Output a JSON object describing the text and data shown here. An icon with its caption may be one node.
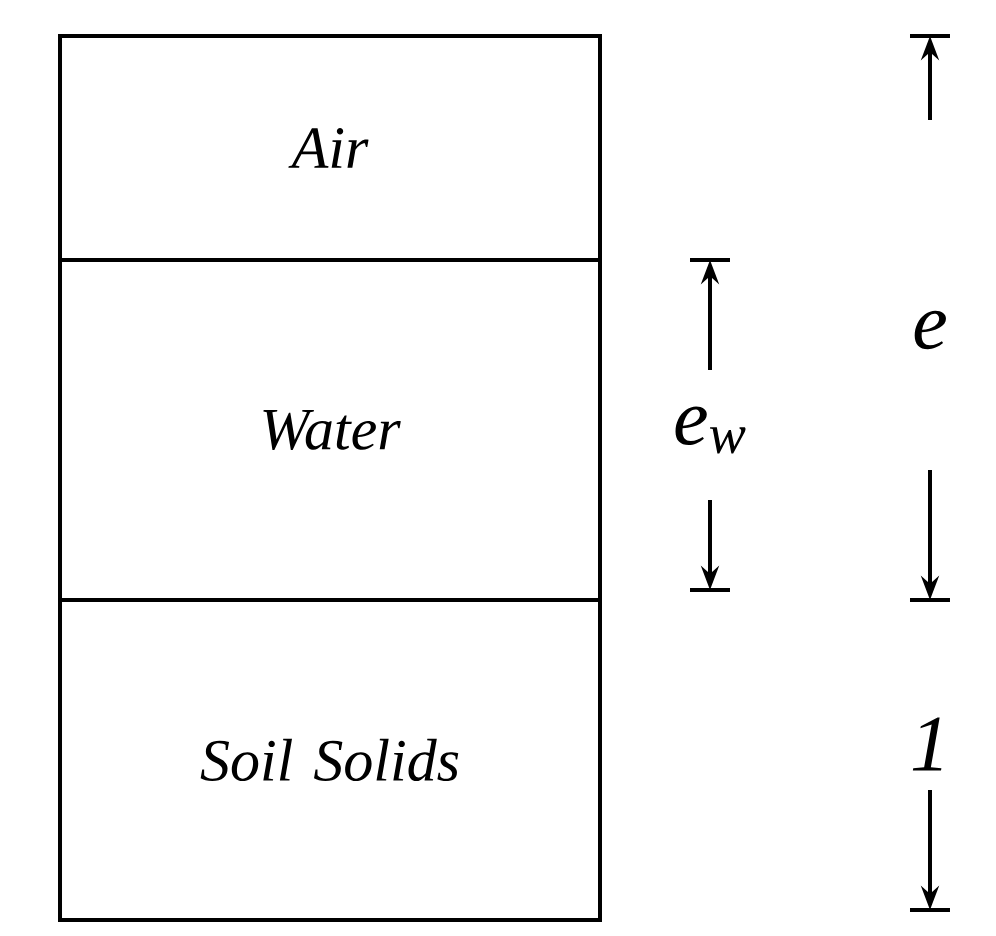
{
  "diagram": {
    "nodes": [
      {
        "text": [
          "Air"
        ]
      },
      {
        "text": [
          "Water"
        ]
      },
      {
        "text": [
          "Soil Solids"
        ]
      }
    ],
    "labels": [
      "e",
      "e$_{w}$",
      "1"
    ]
  }
}
